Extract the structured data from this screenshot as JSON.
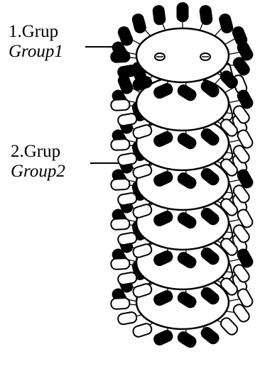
{
  "labels": {
    "group1": {
      "line1": "1.Grup",
      "line2": "Group1"
    },
    "group2": {
      "line1": "2.Grup",
      "line2": "Group2"
    }
  },
  "colors": {
    "ink": "#000000",
    "paper": "#ffffff"
  },
  "diagram": {
    "layers": 7,
    "top_cap_dots": 2,
    "group1_layers": [
      1
    ],
    "group2_layers": [
      2,
      3,
      4,
      5,
      6,
      7
    ]
  }
}
